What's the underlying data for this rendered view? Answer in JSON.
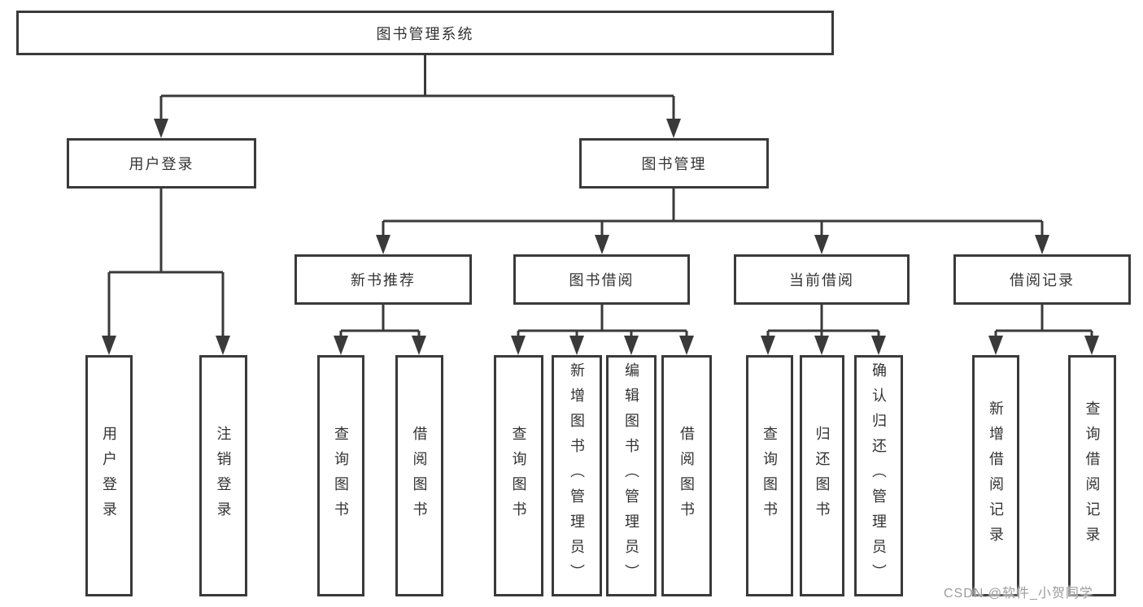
{
  "diagram": {
    "root": {
      "label": "图书管理系统"
    },
    "level2": [
      {
        "label": "用户登录"
      },
      {
        "label": "图书管理"
      }
    ],
    "level3": [
      {
        "label": "新书推荐"
      },
      {
        "label": "图书借阅"
      },
      {
        "label": "当前借阅"
      },
      {
        "label": "借阅记录"
      }
    ],
    "leaves": {
      "user_login_group": [
        "用户登录",
        "注销登录"
      ],
      "new_book_group": [
        "查询图书",
        "借阅图书"
      ],
      "book_borrow_group": [
        "查询图书",
        "新增图书（管理员）",
        "编辑图书（管理员）",
        "借阅图书"
      ],
      "current_borrow_group": [
        "查询图书",
        "归还图书",
        "确认归还（管理员）"
      ],
      "record_group": [
        "新增借阅记录",
        "查询借阅记录"
      ]
    },
    "watermark": "CSDN @软件_小贺同学",
    "colors": {
      "line": "#3a3a3a",
      "text": "#333333",
      "watermark": "#9c9c9c",
      "background": "#ffffff"
    }
  }
}
